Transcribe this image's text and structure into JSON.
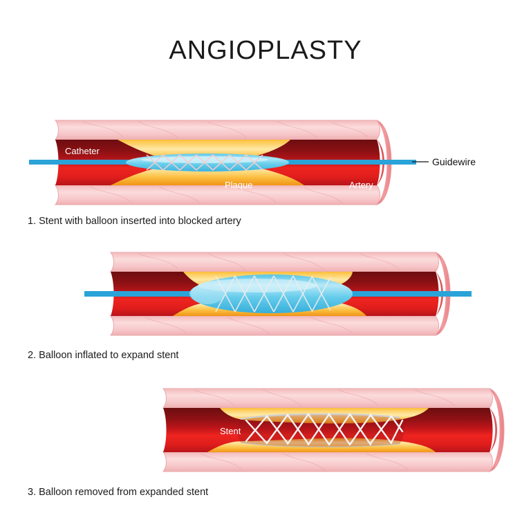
{
  "title": "ANGIOPLASTY",
  "colors": {
    "background": "#ffffff",
    "wall_outer": "#f7c9c9",
    "wall_outer_light": "#fadddd",
    "wall_edge": "#e8a6a6",
    "lumen_dark": "#7d0f0f",
    "lumen_bright": "#e8201c",
    "lumen_mid": "#c4161c",
    "plaque_orange": "#f8a81e",
    "plaque_light": "#ffe9a8",
    "balloon_blue": "#6fd4ef",
    "balloon_blue_light": "#bdeaf7",
    "guidewire_blue": "#2aa3d8",
    "stent_mesh": "#f0f0f0",
    "text_dark": "#1b1b1b",
    "text_light": "#ffffff"
  },
  "panels": [
    {
      "id": "panel-1",
      "caption": "1. Stent with balloon inserted into blocked artery",
      "labels": {
        "catheter": "Catheter",
        "plaque": "Plaque",
        "artery": "Artery",
        "guidewire": "Guidewire"
      },
      "state": "stent-balloon-inserted"
    },
    {
      "id": "panel-2",
      "caption": "2. Balloon inflated to expand stent",
      "labels": {},
      "state": "balloon-inflated"
    },
    {
      "id": "panel-3",
      "caption": "3. Balloon removed from expanded stent",
      "labels": {
        "stent": "Stent"
      },
      "state": "balloon-removed"
    }
  ]
}
